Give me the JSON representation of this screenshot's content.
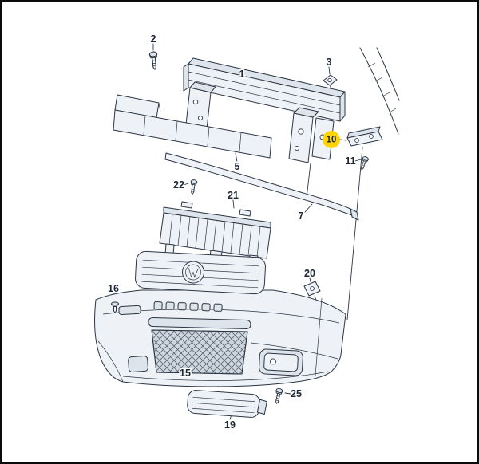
{
  "diagram": {
    "highlighted_part": "10",
    "colors": {
      "highlight": "#ffd400",
      "line": "#2b3544",
      "background": "#ffffff"
    },
    "labels": {
      "p1": "1",
      "p2": "2",
      "p3": "3",
      "p5": "5",
      "p7": "7",
      "p10": "10",
      "p11": "11",
      "p15": "15",
      "p16": "16",
      "p19": "19",
      "p20": "20",
      "p21": "21",
      "p22": "22",
      "p25": "25"
    }
  }
}
